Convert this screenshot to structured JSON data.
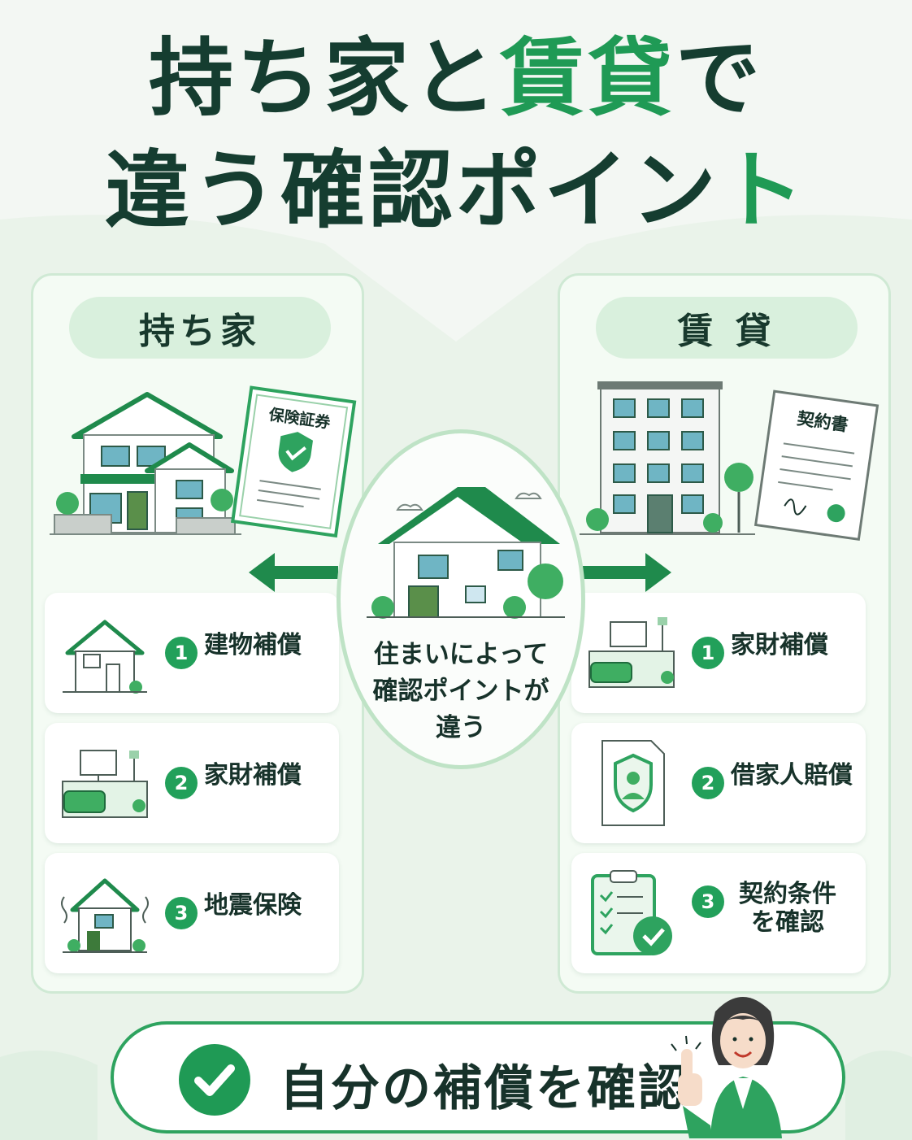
{
  "title": {
    "line1_pre": "持ち家と",
    "line1_accent": "賃貸",
    "line1_post": "で",
    "line2_pre": "違う確認ポイン",
    "line2_accent": "ト"
  },
  "left_panel": {
    "heading": "持ち家",
    "document_label": "保険証券",
    "items": [
      {
        "num": "1",
        "label": "建物補償",
        "icon": "house-icon"
      },
      {
        "num": "2",
        "label": "家財補償",
        "icon": "furniture-icon"
      },
      {
        "num": "3",
        "label": "地震保険",
        "icon": "earthquake-house-icon"
      }
    ]
  },
  "right_panel": {
    "heading": "賃 貸",
    "document_label": "契約書",
    "items": [
      {
        "num": "1",
        "label": "家財補償",
        "icon": "furniture-icon"
      },
      {
        "num": "2",
        "label": "借家人賠償",
        "icon": "shield-document-icon"
      },
      {
        "num": "3",
        "label_line1": "契約条件",
        "label_line2": "を確認",
        "icon": "clipboard-check-icon"
      }
    ]
  },
  "center": {
    "line1": "住まいによって",
    "line2": "確認ポイントが",
    "line3": "違う"
  },
  "bottom": {
    "text": "自分の補償を確認"
  },
  "colors": {
    "accent": "#1f9a55",
    "dark_text": "#153d30",
    "pill_bg": "#d9f0dd",
    "panel_border": "#cfe9d4"
  }
}
